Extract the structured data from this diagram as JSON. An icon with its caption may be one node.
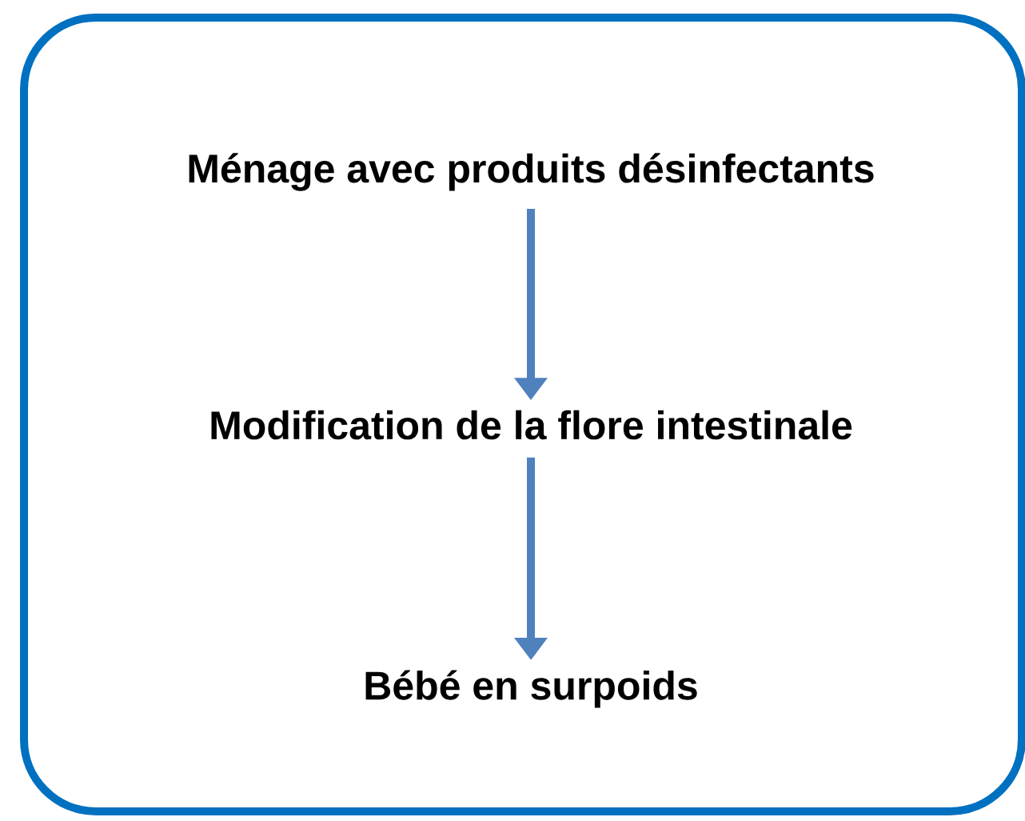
{
  "diagram": {
    "nodes": [
      {
        "text": [],
        "shape": "box"
      },
      {
        "text": [
          "Ménage avec produits désinfectants"
        ],
        "in": 0
      },
      {
        "text": [
          "Modification de la flore intestinale"
        ],
        "in": 0
      },
      {
        "text": [
          "Bébé en surpoids"
        ],
        "in": 0
      }
    ],
    "edges": [
      {
        "from": 1,
        "to": 2,
        "arrow": "to"
      },
      {
        "from": 2,
        "to": 3,
        "arrow": "to"
      }
    ]
  }
}
